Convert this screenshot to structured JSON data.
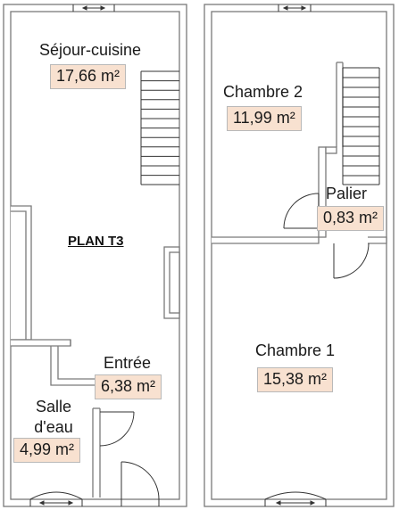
{
  "plan": {
    "title": "PLAN T3",
    "colors": {
      "wall_fill": "#ffffff",
      "wall_stroke": "#7a7a7a",
      "area_background": "#f8e1d0"
    },
    "rooms": [
      {
        "id": "sejour",
        "name": "Séjour-cuisine",
        "area": "17,66 m²"
      },
      {
        "id": "entree",
        "name": "Entrée",
        "area": "6,38 m²"
      },
      {
        "id": "salle",
        "name": "Salle\nd'eau",
        "name_line1": "Salle",
        "name_line2": "d'eau",
        "area": "4,99 m²"
      },
      {
        "id": "chambre2",
        "name": "Chambre 2",
        "area": "11,99 m²"
      },
      {
        "id": "palier",
        "name": "Palier",
        "area": "0,83 m²"
      },
      {
        "id": "chambre1",
        "name": "Chambre 1",
        "area": "15,38 m²"
      }
    ]
  }
}
